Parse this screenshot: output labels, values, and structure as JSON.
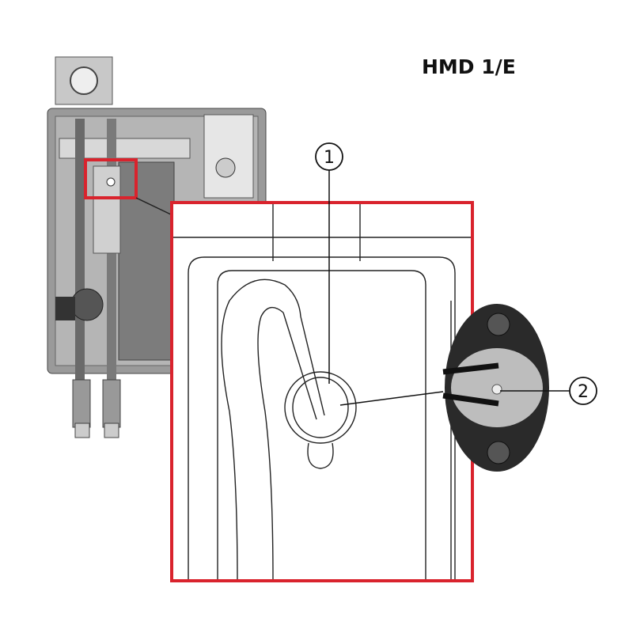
{
  "title": "HMD 1/E",
  "callouts": [
    {
      "number": "1"
    },
    {
      "number": "2"
    }
  ],
  "colors": {
    "highlight": "#d9232d",
    "housing": "#8a8a8a",
    "line": "#111111"
  }
}
